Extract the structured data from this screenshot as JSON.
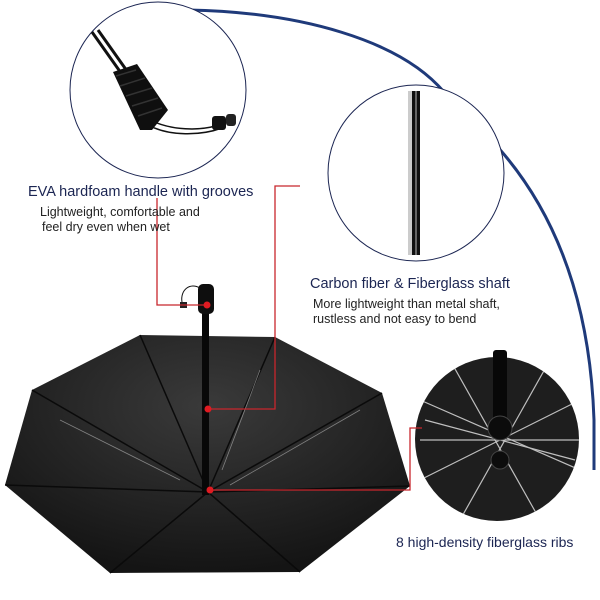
{
  "features": [
    {
      "title": "EVA hardfoam handle with grooves",
      "description_lines": [
        "Lightweight, comfortable and",
        "feel dry even when wet"
      ]
    },
    {
      "title": "Carbon fiber & Fiberglass shaft",
      "description_lines": [
        "More lightweight than metal shaft,",
        "rustless and not easy to bend"
      ]
    },
    {
      "title": "8 high-density fiberglass ribs",
      "description_lines": []
    }
  ],
  "colors": {
    "title_text": "#1b2552",
    "callout_line": "#c8262c",
    "arc": "#1f3a7a",
    "canopy": "#1c1c1c"
  },
  "icons": [
    "handle-detail-circle",
    "shaft-detail-circle",
    "ribs-detail-circle",
    "umbrella-image"
  ]
}
